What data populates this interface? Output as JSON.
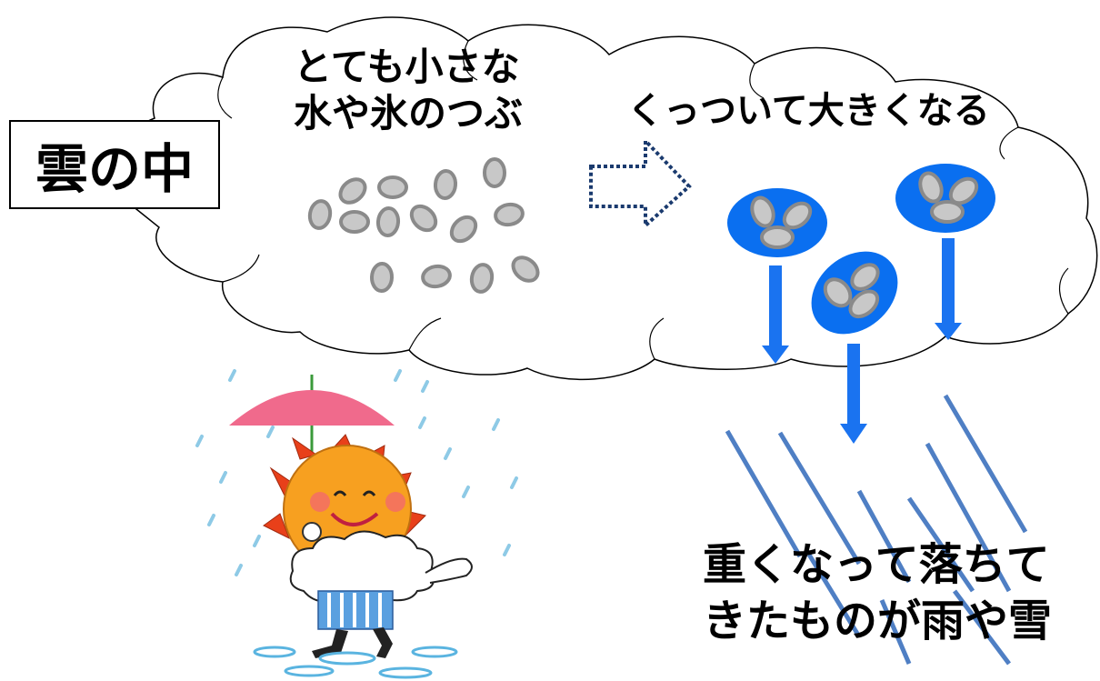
{
  "labels": {
    "inside_cloud": "雲の中",
    "tiny_line1": "とても小さな",
    "tiny_line2": "水や氷のつぶ",
    "stick_together": "くっついて大きくなる",
    "fall_line1": "重くなって落ちて",
    "fall_line2": "きたものが雨や雪"
  },
  "colors": {
    "particle_fill": "#c8c8c8",
    "particle_stroke": "#8a8a8a",
    "droplet_blue": "#0a6ff0",
    "fall_arrow_blue": "#1a73f0",
    "rain_streak": "#4f7fc4",
    "umbrella_pink": "#f06a8c",
    "sun_orange": "#f7a020",
    "sun_ray_red": "#e8401a",
    "skirt_blue": "#5aa0e0",
    "raindrop_light": "#8ecae6"
  },
  "icons": [
    "cloud-outline",
    "dotted-right-arrow",
    "merged-droplet",
    "down-arrow",
    "rain-streak",
    "sun-mascot-with-umbrella"
  ]
}
